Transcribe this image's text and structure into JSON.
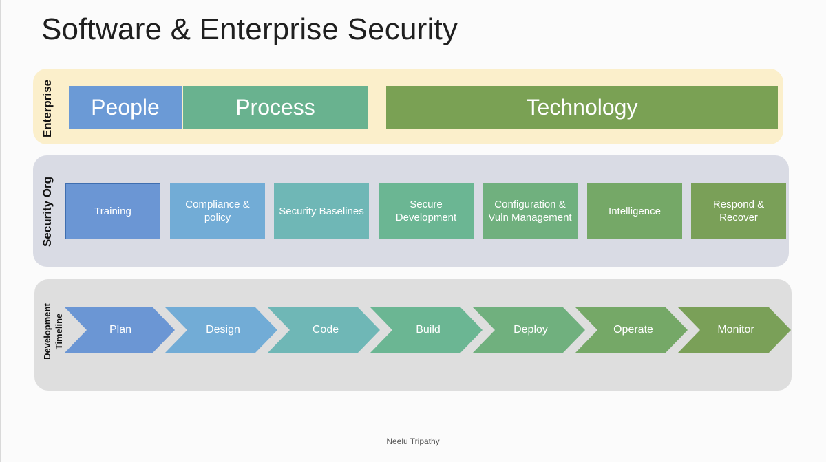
{
  "slide": {
    "title": "Software & Enterprise Security",
    "footer": "Neelu Tripathy"
  },
  "enterprise": {
    "label": "Enterprise",
    "items": [
      "People",
      "Process",
      "Technology"
    ]
  },
  "security_org": {
    "label": "Security Org",
    "items": [
      "Training",
      "Compliance & policy",
      "Security Baselines",
      "Secure Development",
      "Configuration & Vuln Management",
      "Intelligence",
      "Respond & Recover"
    ]
  },
  "development_timeline": {
    "label": "Development Timeline",
    "stages": [
      "Plan",
      "Design",
      "Code",
      "Build",
      "Deploy",
      "Operate",
      "Monitor"
    ]
  },
  "colors": {
    "blue": "#6b9ad6",
    "teal": "#69b28f",
    "green": "#7aa154",
    "enterprise_band": "#fbefcb",
    "security_band": "#d9dbe4",
    "timeline_band": "#dedede"
  }
}
